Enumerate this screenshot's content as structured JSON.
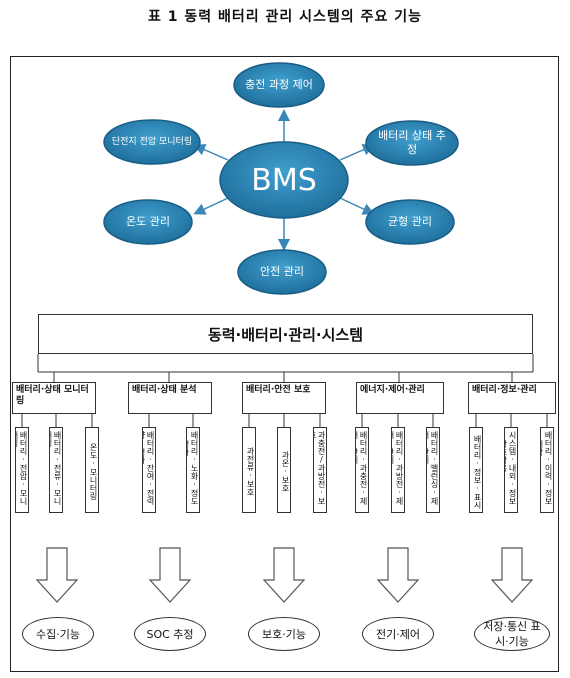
{
  "caption": "표 1  동력 배터리 관리 시스템의 주요 기능",
  "center": "BMS",
  "ovals": {
    "charge": "충전 과정 제어",
    "cell": "단전지 전압 모니터링",
    "soc": "배터리 상태 추정",
    "temp": "온도 관리",
    "balance": "균형 관리",
    "safety": "안전 관리"
  },
  "main_box": "동력·배터리·관리·시스템",
  "categories": [
    {
      "label": "배터리·상태 모니터링",
      "leaves": [
        "배터리·전압·모니터링",
        "배터리·전류·모니터링",
        "온도·모니터링"
      ],
      "output": "수집·기능"
    },
    {
      "label": "배터리·상태 분석",
      "leaves": [
        "배터리·잔여·전력량·평가",
        "배터리·노화·정도·평가"
      ],
      "output": "SOC 추정"
    },
    {
      "label": "배터리·안전 보호",
      "leaves": [
        "과전류·보호",
        "과온·보호",
        "과충전/과방전·보호"
      ],
      "output": "보호·기능"
    },
    {
      "label": "에너지·제어·관리",
      "leaves": [
        "배터리·과충전·제어·관리",
        "배터리·과방전·제어·관리",
        "배터리·밸런싱·제어·관리"
      ],
      "output": "전기·제어"
    },
    {
      "label": "배터리·정보·관리",
      "leaves": [
        "배터리·정보·표시",
        "시스템·내외·정보·상호작용",
        "배터리·이력·정보·저장"
      ],
      "output": "저장·통신 표시·기능"
    }
  ]
}
